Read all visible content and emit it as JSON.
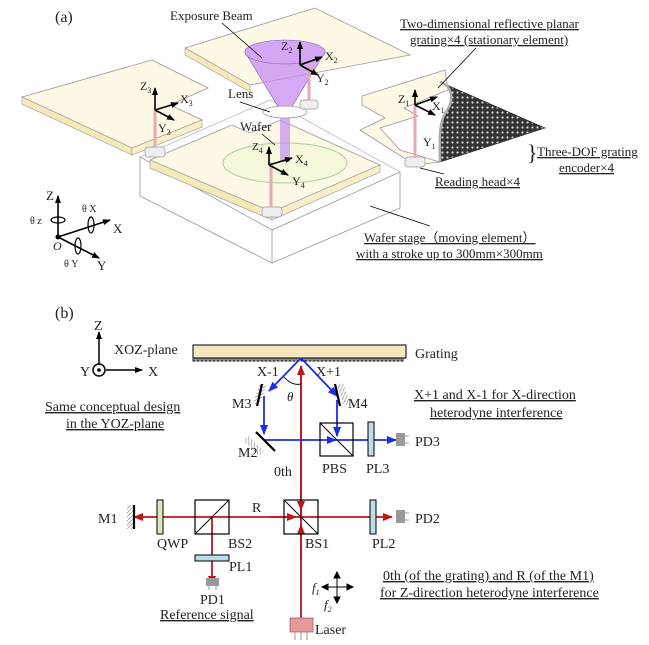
{
  "panel_a": {
    "label": "(a)",
    "exposure_beam": "Exposure Beam",
    "lens": "Lens",
    "wafer": "Wafer",
    "grating_note_line1": "Two-dimensional reflective planar",
    "grating_note_line2": "grating×4 (stationary element)",
    "encoder_note_line1": "Three-DOF grating",
    "encoder_note_line2": "encoder×4",
    "reading_head": "Reading head×4",
    "stage_note_line1": "Wafer stage（moving element）",
    "stage_note_line2": "with a stroke up to 300mm×300mm",
    "frames": [
      {
        "z": "Z",
        "x": "X",
        "y": "Y",
        "sub": "1"
      },
      {
        "z": "Z",
        "x": "X",
        "y": "Y",
        "sub": "2"
      },
      {
        "z": "Z",
        "x": "X",
        "y": "Y",
        "sub": "3"
      },
      {
        "z": "Z",
        "x": "X",
        "y": "Y",
        "sub": "4"
      }
    ],
    "global_axes": {
      "z": "Z",
      "x": "X",
      "y": "Y",
      "origin": "O",
      "theta_z": "θ z",
      "theta_x": "θ X",
      "theta_y": "θ Y"
    }
  },
  "panel_b": {
    "label": "(b)",
    "axes": {
      "z": "Z",
      "x": "X",
      "y": "Y",
      "plane": "XOZ-plane"
    },
    "note_yoz_line1": "Same conceptual design",
    "note_yoz_line2": "in the YOZ-plane",
    "grating": "Grating",
    "orders": {
      "minus": "X-1",
      "plus": "X+1",
      "zero": "0th",
      "ref": "R",
      "theta": "θ"
    },
    "mirrors": {
      "m1": "M1",
      "m2": "M2",
      "m3": "M3",
      "m4": "M4"
    },
    "components": {
      "pbs": "PBS",
      "bs1": "BS1",
      "bs2": "BS2",
      "qwp": "QWP",
      "pl1": "PL1",
      "pl2": "PL2",
      "pl3": "PL3",
      "laser": "Laser"
    },
    "detectors": {
      "pd1": "PD1",
      "pd2": "PD2",
      "pd3": "PD3"
    },
    "reference_signal": "Reference signal",
    "freq": {
      "f1": "f",
      "f1_sub": "1",
      "f2": "f",
      "f2_sub": "2"
    },
    "x_note_line1": "X+1 and X-1 for X-direction",
    "x_note_line2": "heterodyne interference",
    "z_note_line1": "0th (of the grating) and R (of the M1)",
    "z_note_line2": "for Z-direction heterodyne interference"
  },
  "colors": {
    "beam_red": "#c0141c",
    "beam_blue": "#1a2ee8",
    "grating_fill": "#f5e6bd",
    "exposure_purple": "#c58cf0",
    "plate_fill": "#fbf6dc",
    "plate_edge": "#efe2a8"
  }
}
